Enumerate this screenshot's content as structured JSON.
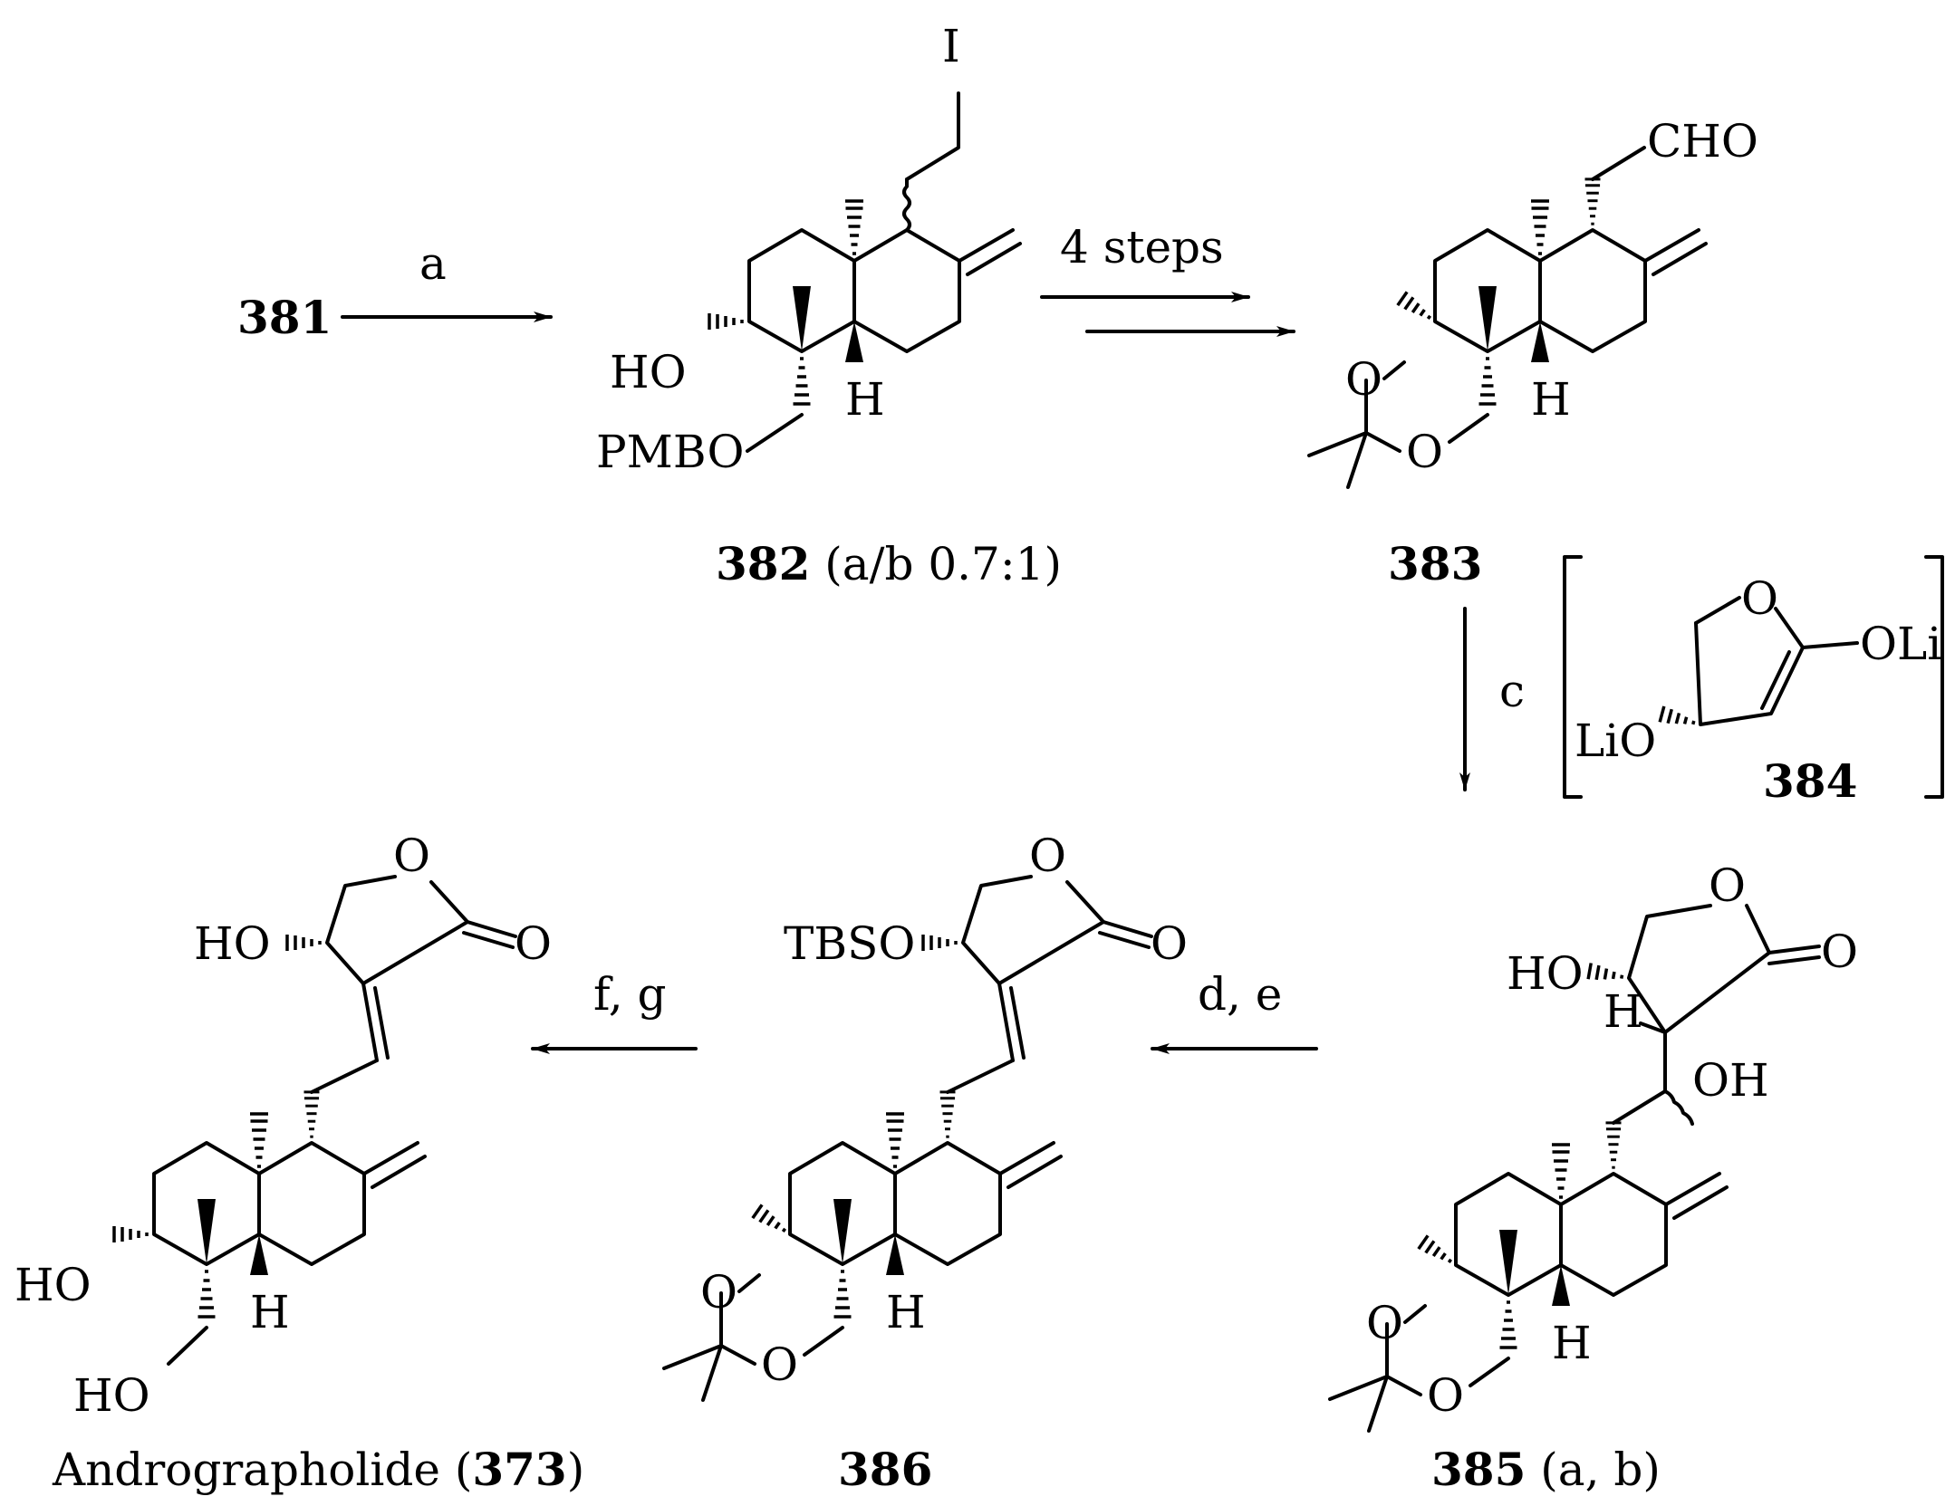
{
  "compounds": {
    "c381": {
      "number": "381"
    },
    "c382": {
      "number": "382",
      "note": "(a/b 0.7:1)",
      "atoms": {
        "iodine": "I",
        "hydroxyl": "HO",
        "pmb_ether": "PMBO",
        "hydrogen": "H"
      }
    },
    "c383": {
      "number": "383",
      "atoms": {
        "aldehyde": "CHO",
        "oxygen_top": "O",
        "oxygen_bottom": "O",
        "hydrogen": "H"
      }
    },
    "c384": {
      "number": "384",
      "atoms": {
        "ring_oxygen": "O",
        "enolate": "OLi",
        "alkoxide": "LiO"
      }
    },
    "c385": {
      "number": "385",
      "note": "(a, b)",
      "atoms": {
        "ring_oxygen": "O",
        "carbonyl_oxygen": "O",
        "hydroxyl_ring": "HO",
        "hydrogen_alpha": "H",
        "hydroxyl_side": "OH",
        "oxygen_top": "O",
        "oxygen_bottom": "O",
        "hydrogen": "H"
      }
    },
    "c386": {
      "number": "386",
      "atoms": {
        "ring_oxygen": "O",
        "carbonyl_oxygen": "O",
        "silyl_ether": "TBSO",
        "oxygen_top": "O",
        "oxygen_bottom": "O",
        "hydrogen": "H"
      }
    },
    "c373": {
      "name": "Andrographolide (",
      "number": "373",
      "close": ")",
      "atoms": {
        "ring_oxygen": "O",
        "carbonyl_oxygen": "O",
        "hydroxyl_ring": "HO",
        "hydroxyl_a": "HO",
        "hydroxyl_b": "HO",
        "hydrogen": "H"
      }
    }
  },
  "arrows": {
    "step1": {
      "label": "a"
    },
    "step2": {
      "label": "4 steps"
    },
    "step3": {
      "label": "c"
    },
    "step4": {
      "label": "d, e"
    },
    "step5": {
      "label": "f, g"
    }
  }
}
